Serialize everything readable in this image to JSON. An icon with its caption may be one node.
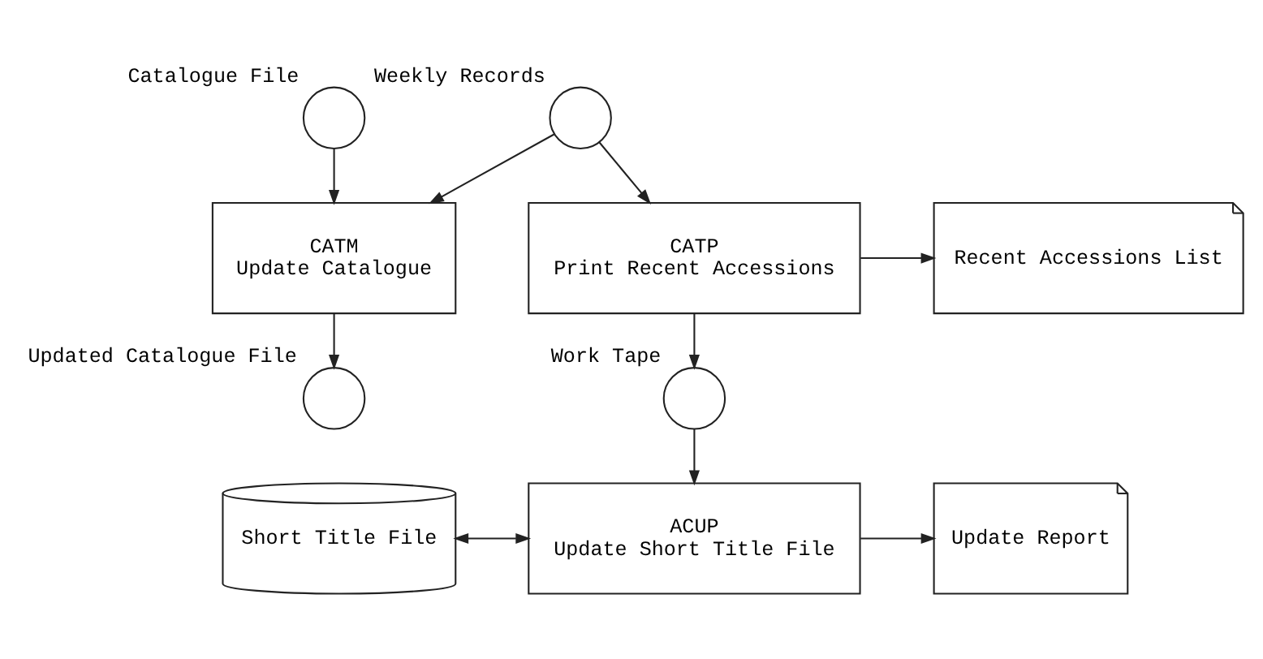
{
  "diagram": {
    "nodes": [
      {
        "text": [
          "Catalogue File"
        ]
      },
      {
        "text": [
          "Weekly Records"
        ]
      },
      {
        "text": [
          "CATM",
          "Update Catalogue"
        ]
      },
      {
        "text": [
          "CATP",
          "Print Recent Accessions"
        ]
      },
      {
        "text": [
          "Recent Accessions List"
        ]
      },
      {
        "text": [
          "Updated Catalogue File"
        ]
      },
      {
        "text": [
          "Work Tape"
        ]
      },
      {
        "text": [
          "Short Title File"
        ]
      },
      {
        "text": [
          "ACUP",
          "Update Short Title File"
        ]
      },
      {
        "text": [
          "Update Report"
        ]
      }
    ],
    "edges": [
      {
        "from": 0,
        "to": 2,
        "arrow": "to"
      },
      {
        "from": 1,
        "to": 2,
        "arrow": "to"
      },
      {
        "from": 1,
        "to": 3,
        "arrow": "to"
      },
      {
        "from": 3,
        "to": 4,
        "arrow": "to"
      },
      {
        "from": 2,
        "to": 5,
        "arrow": "to"
      },
      {
        "from": 3,
        "to": 6,
        "arrow": "to"
      },
      {
        "from": 6,
        "to": 8,
        "arrow": "to"
      },
      {
        "from": 7,
        "to": 8,
        "arrow": "both"
      },
      {
        "from": 8,
        "to": 9,
        "arrow": "to"
      }
    ]
  }
}
